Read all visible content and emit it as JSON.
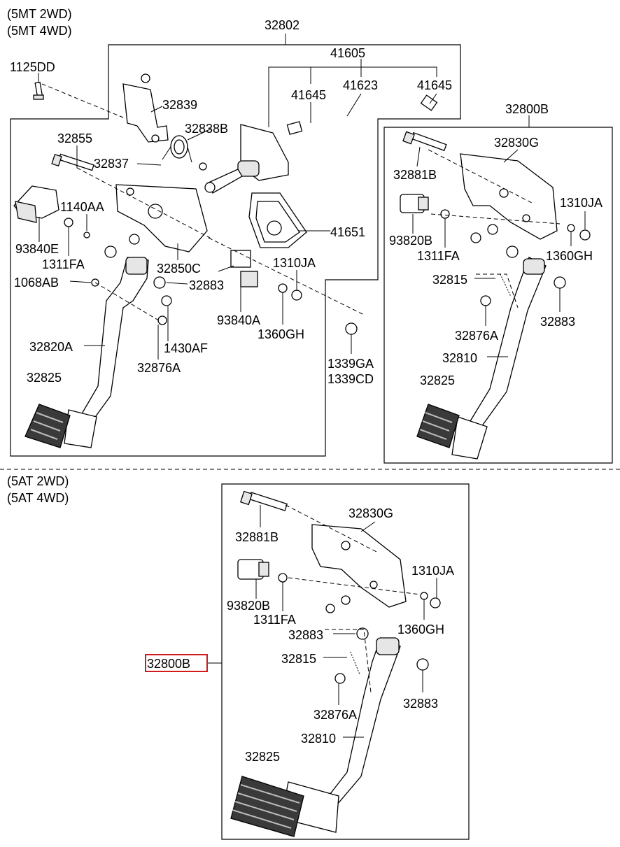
{
  "sections": {
    "manual": [
      "(5MT 2WD)",
      "(5MT 4WD)"
    ],
    "auto": [
      "(5AT 2WD)",
      "(5AT 4WD)"
    ]
  },
  "labels": {
    "p32802": "32802",
    "p41605": "41605",
    "p1125DD": "1125DD",
    "p41645a": "41645",
    "p41623": "41623",
    "p41645b": "41645",
    "p32839": "32839",
    "p32838B": "32838B",
    "p32800B_top": "32800B",
    "p32855": "32855",
    "p32837": "32837",
    "p32830G_top": "32830G",
    "p32881B_top": "32881B",
    "p1140AA": "1140AA",
    "p41651": "41651",
    "p1310JA_right": "1310JA",
    "p93840E": "93840E",
    "p93820B_top": "93820B",
    "p1311FA_left": "1311FA",
    "p1311FA_right": "1311FA",
    "p1360GH_right": "1360GH",
    "p32850C": "32850C",
    "p1310JA_mid": "1310JA",
    "p1068AB": "1068AB",
    "p32883_left": "32883",
    "p32815_top": "32815",
    "p93840A": "93840A",
    "p32883_right": "32883",
    "p1360GH_mid": "1360GH",
    "p32876A_right": "32876A",
    "p32820A": "32820A",
    "p1430AF": "1430AF",
    "p32810_top": "32810",
    "p1339GA": "1339GA",
    "p1339CD": "1339CD",
    "p32876A_left": "32876A",
    "p32825_left": "32825",
    "p32825_right": "32825",
    "p32830G_bot": "32830G",
    "p32881B_bot": "32881B",
    "p1310JA_bot": "1310JA",
    "p93820B_bot": "93820B",
    "p1311FA_bot": "1311FA",
    "p1360GH_bot": "1360GH",
    "p32883_bot1": "32883",
    "p32800B_bot": "32800B",
    "p32815_bot": "32815",
    "p32883_bot2": "32883",
    "p32876A_bot": "32876A",
    "p32810_bot": "32810",
    "p32825_bot": "32825"
  },
  "highlight": {
    "color": "#d21a1a",
    "target": "32800B"
  }
}
